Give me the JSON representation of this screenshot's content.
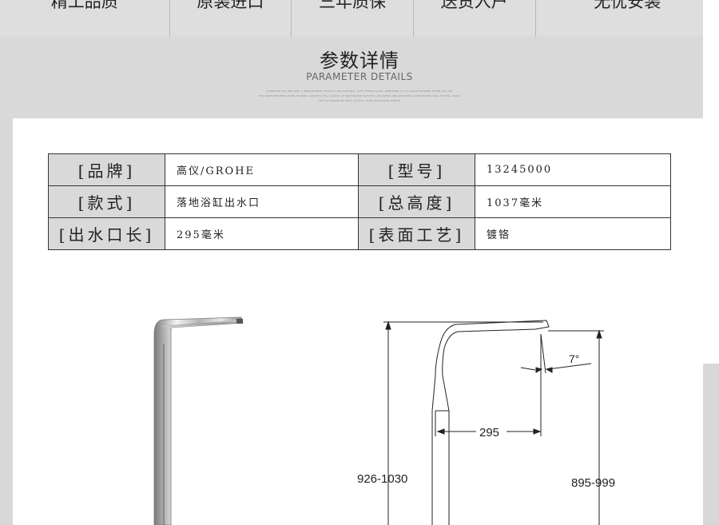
{
  "features": [
    "精工品质",
    "原装进口",
    "三年质保",
    "送货入户",
    "无忧安装"
  ],
  "section": {
    "title": "参数详情",
    "subtitle": "PARAMETER DETAILS",
    "fine_print_1": "ATHROOM HAS BECAME A REMARKABLE VITALITY, RELAXATION, LOVE THEIR PLACE. WHETHER IT'S A QUICK SHOWER WHEN YOU ME",
    "fine_print_2": "HOT BATH BEFORE GOING TO BED, GROHE'S FULL RANGE OF BATHROOM FAUCETS, SHOWERS AND RELATED ACCESSORIES WILL FULFILL YOUR",
    "fine_print_3": "TED ACCESSORIES WILL FULFILL YOUR BATHROOM DREAM"
  },
  "spec_table": {
    "rows": [
      {
        "k1": "[品牌]",
        "v1": "高仪/GROHE",
        "k2": "[型号]",
        "v2": "13245000"
      },
      {
        "k1": "[款式]",
        "v1": "落地浴缸出水口",
        "k2": "[总高度]",
        "v2": "1037毫米"
      },
      {
        "k1": "[出水口长]",
        "v1": "295毫米",
        "k2": "[表面工艺]",
        "v2": "镀铬"
      }
    ]
  },
  "drawing": {
    "angle_label": "7°",
    "spout_length_label": "295",
    "left_height_label": "926-1030",
    "right_height_label": "895-999"
  }
}
